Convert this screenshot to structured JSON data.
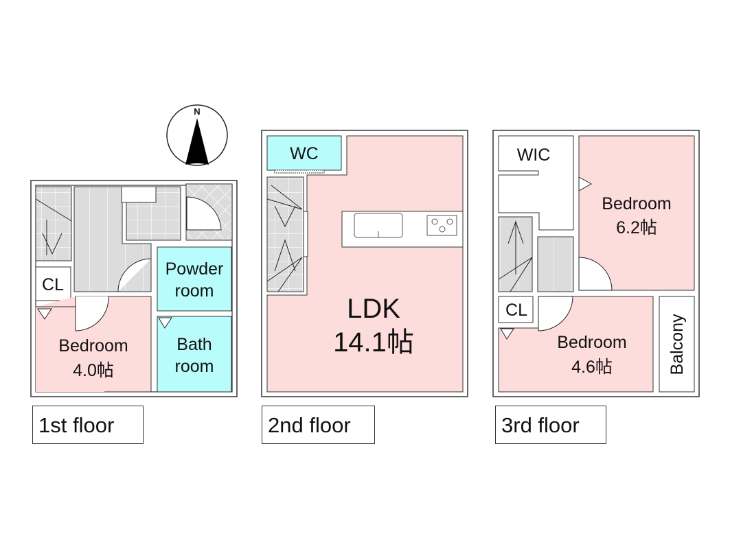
{
  "compass": {
    "label": "N"
  },
  "colors": {
    "bedroom": "#fddcdc",
    "wet_area": "#b8fcfc",
    "stairs": "#dcdcdc",
    "wall": "#333333"
  },
  "floors": [
    {
      "label": "1st floor",
      "rooms": {
        "closet": "CL",
        "powder_room": [
          "Powder",
          "room"
        ],
        "bath_room": [
          "Bath",
          "room"
        ],
        "bedroom": {
          "name": "Bedroom",
          "size": "4.0帖"
        }
      }
    },
    {
      "label": "2nd floor",
      "rooms": {
        "wc": "WC",
        "ldk": {
          "name": "LDK",
          "size": "14.1帖"
        }
      }
    },
    {
      "label": "3rd floor",
      "rooms": {
        "wic": "WIC",
        "bedroom_large": {
          "name": "Bedroom",
          "size": "6.2帖"
        },
        "closet": "CL",
        "bedroom_small": {
          "name": "Bedroom",
          "size": "4.6帖"
        },
        "balcony": "Balcony"
      }
    }
  ]
}
